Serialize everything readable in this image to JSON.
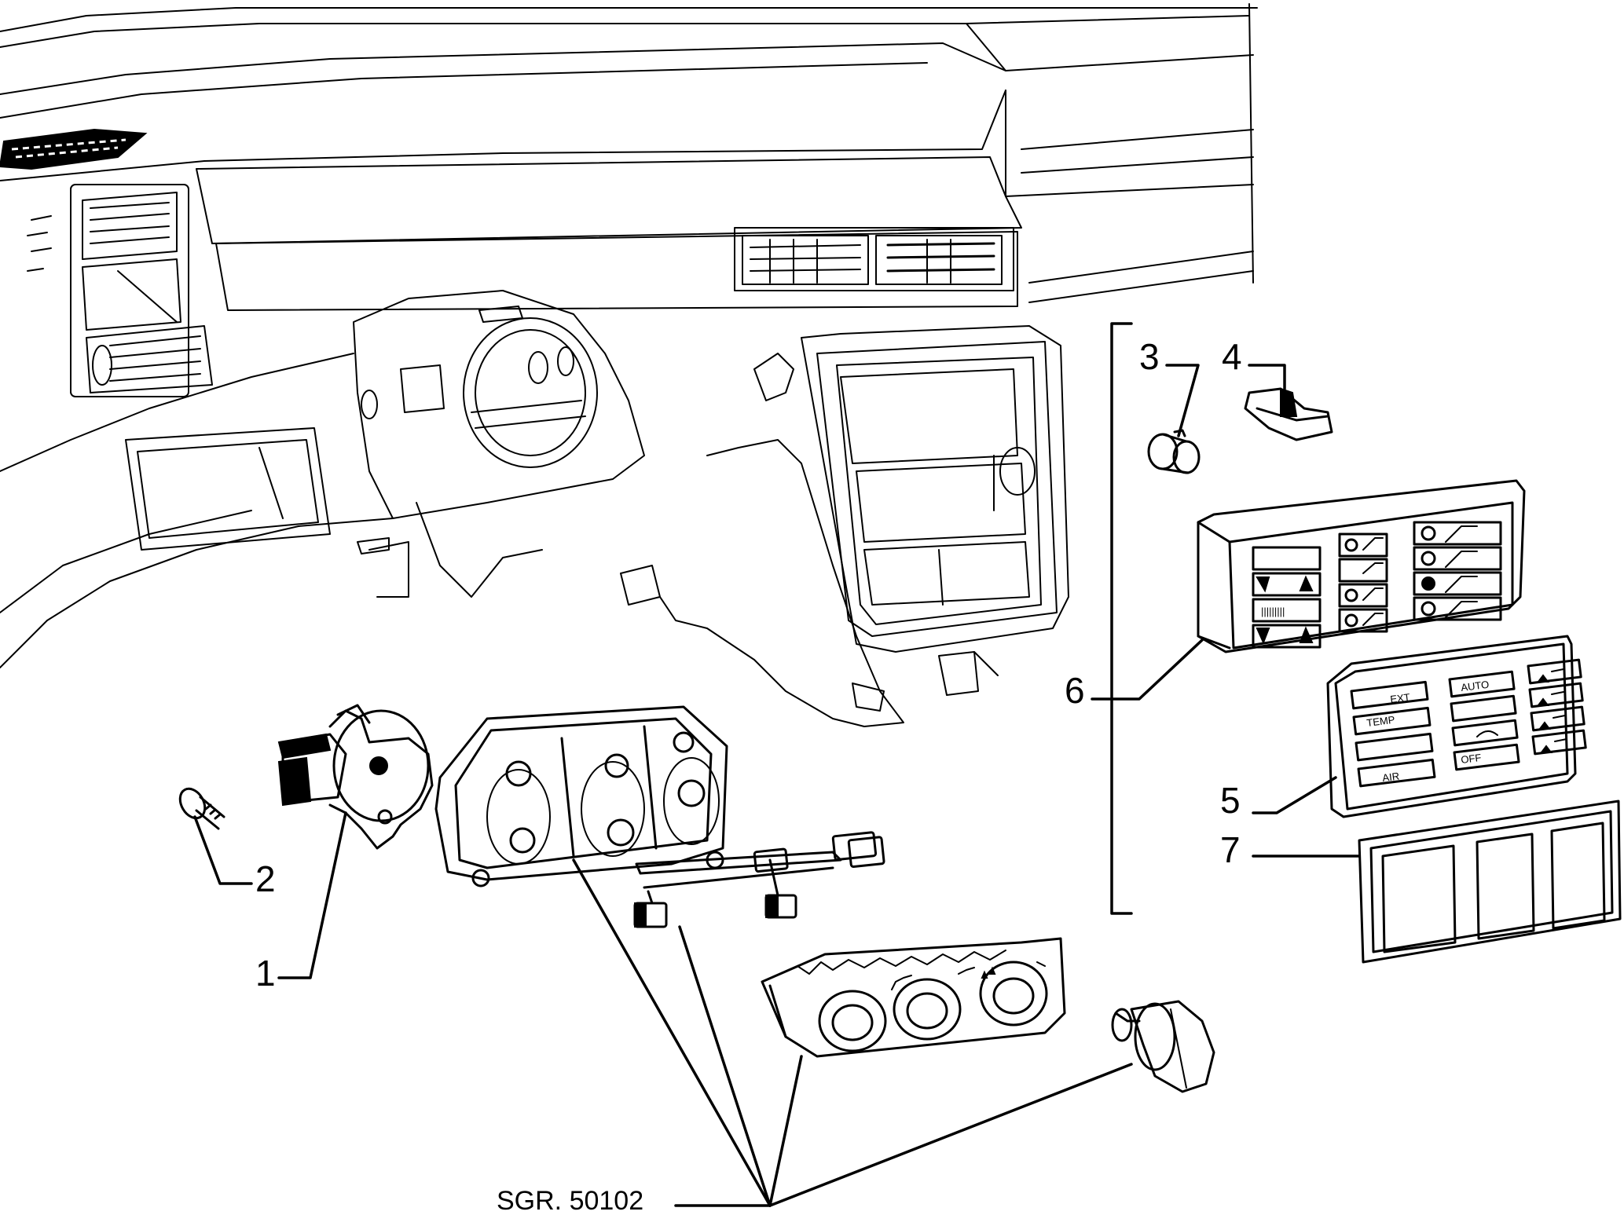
{
  "drawing": {
    "reference": "SGR. 50102"
  },
  "callouts": [
    {
      "number": "1"
    },
    {
      "number": "2"
    },
    {
      "number": "3"
    },
    {
      "number": "4"
    },
    {
      "number": "5"
    },
    {
      "number": "6"
    },
    {
      "number": "7"
    }
  ],
  "control_panel_keys": {
    "ext": "EXT",
    "auto": "AUTO",
    "temp": "TEMP",
    "off": "OFF",
    "air": "AIR"
  }
}
